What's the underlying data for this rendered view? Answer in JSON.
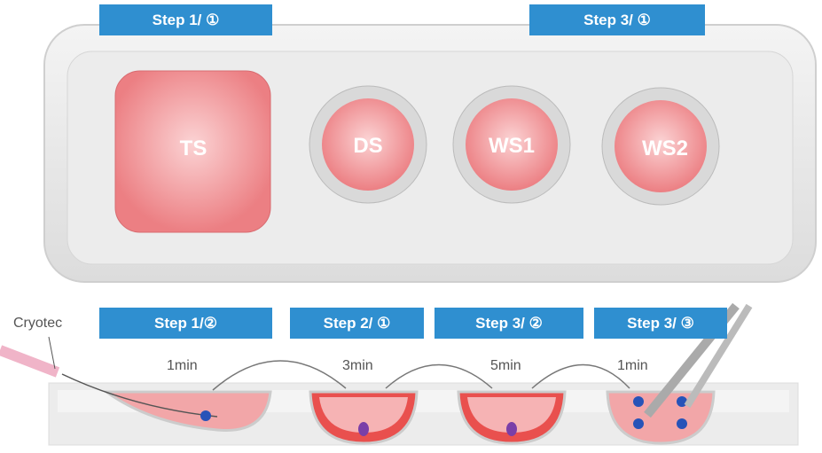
{
  "top_steps": [
    "Step 1/ ①",
    "Step 3/ ①"
  ],
  "wells": [
    "TS",
    "DS",
    "WS1",
    "WS2"
  ],
  "bottom_steps": [
    "Step 1/②",
    "Step 2/ ①",
    "Step 3/ ②",
    "Step 3/ ③"
  ],
  "cryotec_label": "Cryotec",
  "times": [
    "1min",
    "3min",
    "5min",
    "1min"
  ],
  "colors": {
    "step_box": "#2f8fd0",
    "medium": "#ef8f92",
    "embryo": "#2753b8"
  }
}
